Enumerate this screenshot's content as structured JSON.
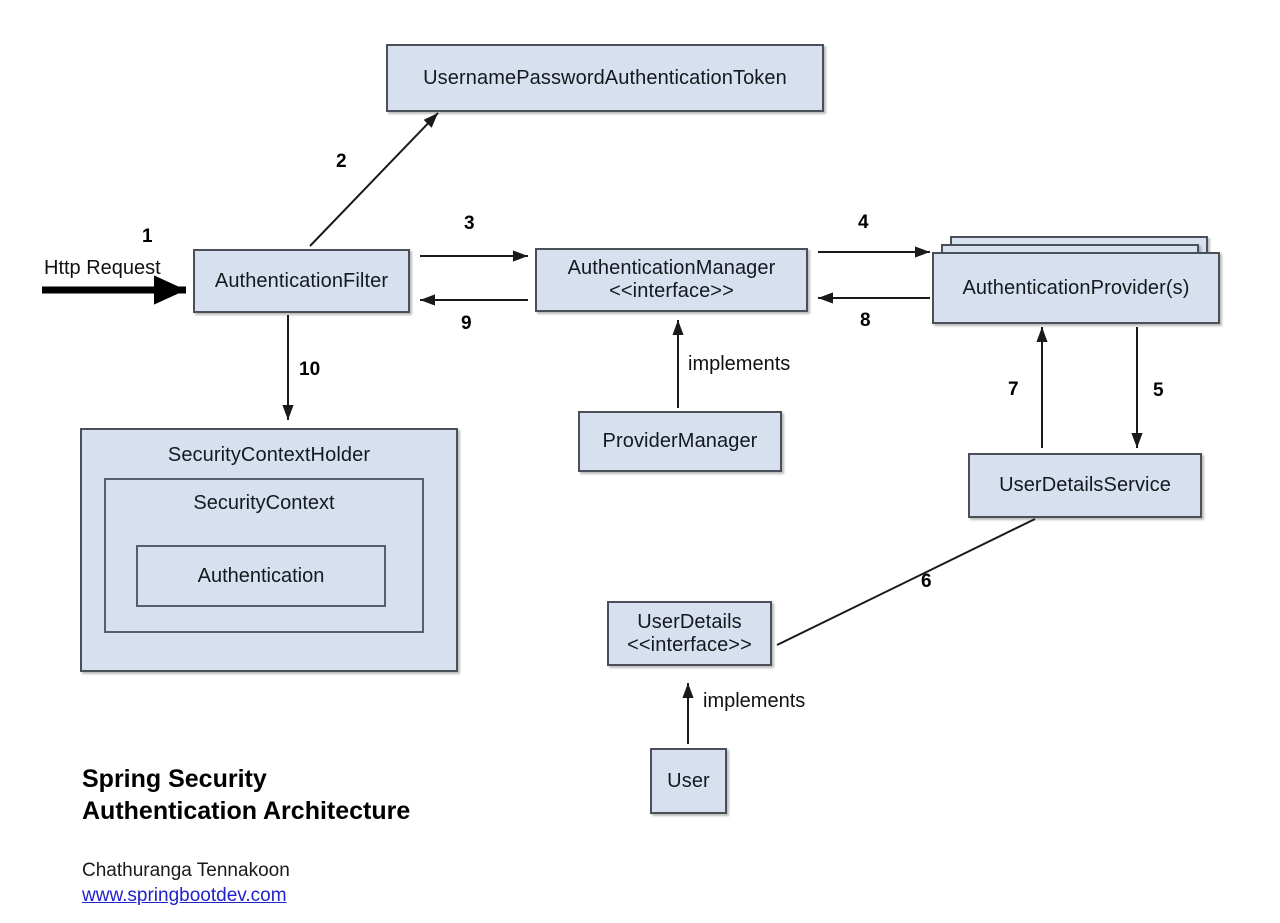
{
  "diagram": {
    "title_line1": "Spring Security",
    "title_line2": "Authentication Architecture",
    "author": "Chathuranga Tennakoon",
    "website": "www.springbootdev.com",
    "colors": {
      "box_fill": "#d6e0ef",
      "box_border": "#4a4f58",
      "link": "#2222cc",
      "arrow": "#1a1a1a",
      "background": "#ffffff"
    }
  },
  "nodes": {
    "token": {
      "label": "UsernamePasswordAuthenticationToken"
    },
    "auth_filter": {
      "label": "AuthenticationFilter"
    },
    "auth_manager": {
      "label": "AuthenticationManager",
      "stereotype": "<<interface>>"
    },
    "auth_provider": {
      "label": "AuthenticationProvider(s)"
    },
    "provider_manager": {
      "label": "ProviderManager"
    },
    "user_details_service": {
      "label": "UserDetailsService"
    },
    "user_details": {
      "label": "UserDetails",
      "stereotype": "<<interface>>"
    },
    "user": {
      "label": "User"
    },
    "security_context_holder": {
      "label": "SecurityContextHolder"
    },
    "security_context": {
      "label": "SecurityContext"
    },
    "authentication": {
      "label": "Authentication"
    }
  },
  "edges": {
    "http_request": "Http Request",
    "step1": "1",
    "step2": "2",
    "step3": "3",
    "step4": "4",
    "step5": "5",
    "step6": "6",
    "step7": "7",
    "step8": "8",
    "step9": "9",
    "step10": "10",
    "implements_manager": "implements",
    "implements_user": "implements"
  }
}
